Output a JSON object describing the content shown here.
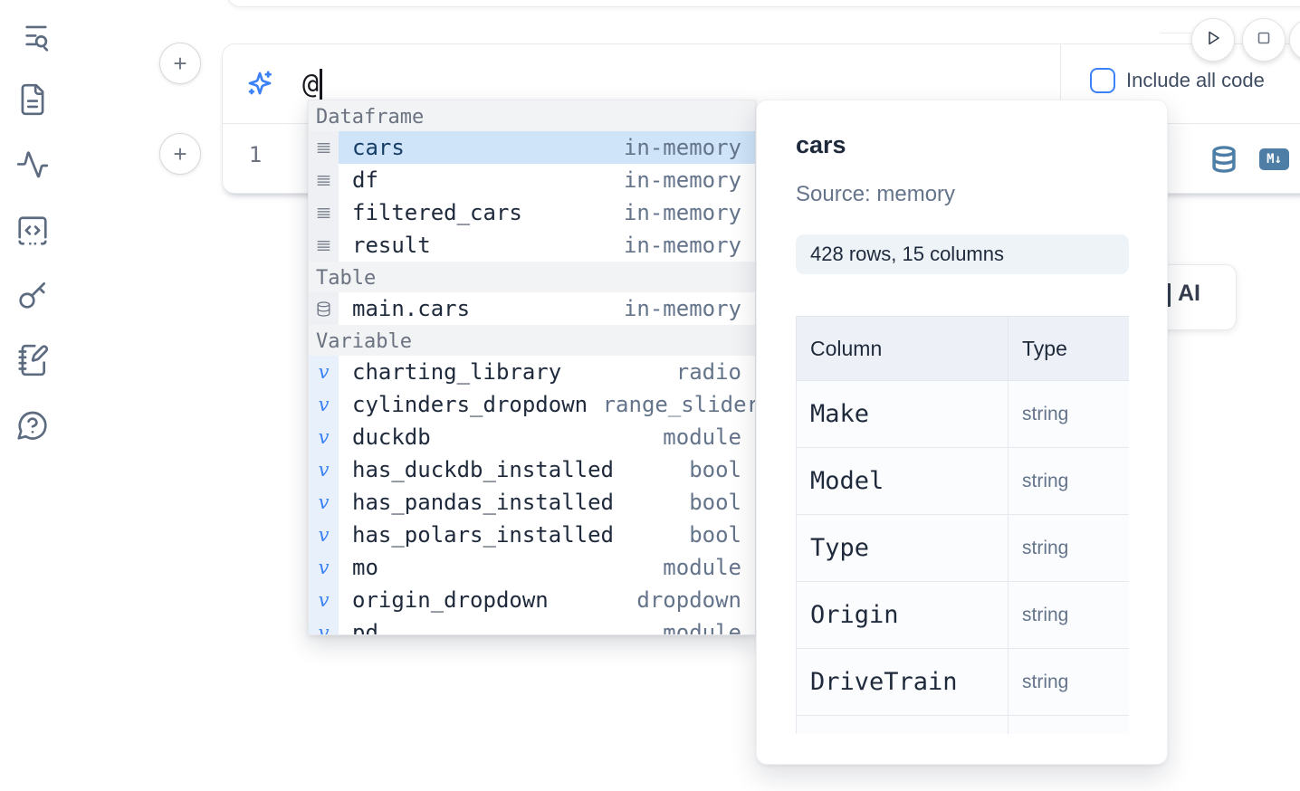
{
  "colors": {
    "accent_blue": "#3b82f6",
    "steel_blue": "#4e7ea6",
    "selected_row_bg": "#cfe4f8",
    "sidebar_icon": "#5d6b80"
  },
  "sidebar": {
    "items": [
      {
        "id": "search",
        "icon": "text-search-icon"
      },
      {
        "id": "files",
        "icon": "file-text-icon"
      },
      {
        "id": "activity",
        "icon": "activity-icon"
      },
      {
        "id": "snippets",
        "icon": "code-square-icon"
      },
      {
        "id": "secrets",
        "icon": "key-icon"
      },
      {
        "id": "scratchpad",
        "icon": "notebook-pen-icon"
      },
      {
        "id": "help",
        "icon": "help-chat-icon"
      }
    ]
  },
  "toolbar": {
    "run_icon": "play-icon",
    "stop_icon": "stop-icon"
  },
  "cell": {
    "prompt_value": "@",
    "include_all_code_label": "Include all code",
    "line_number": "1",
    "markdown_badge_label": "M↓"
  },
  "ai_card": {
    "visible_label": "AI"
  },
  "autocomplete": {
    "sections": [
      {
        "label": "Dataframe",
        "kind": "dataframe",
        "items": [
          {
            "name": "cars",
            "type": "in-memory",
            "selected": true
          },
          {
            "name": "df",
            "type": "in-memory"
          },
          {
            "name": "filtered_cars",
            "type": "in-memory"
          },
          {
            "name": "result",
            "type": "in-memory"
          }
        ]
      },
      {
        "label": "Table",
        "kind": "table",
        "items": [
          {
            "name": "main.cars",
            "type": "in-memory"
          }
        ]
      },
      {
        "label": "Variable",
        "kind": "variable",
        "items": [
          {
            "name": "charting_library",
            "type": "radio"
          },
          {
            "name": "cylinders_dropdown",
            "type": "range_slider",
            "clip": true
          },
          {
            "name": "duckdb",
            "type": "module"
          },
          {
            "name": "has_duckdb_installed",
            "type": "bool"
          },
          {
            "name": "has_pandas_installed",
            "type": "bool"
          },
          {
            "name": "has_polars_installed",
            "type": "bool"
          },
          {
            "name": "mo",
            "type": "module"
          },
          {
            "name": "origin_dropdown",
            "type": "dropdown"
          },
          {
            "name": "pd",
            "type": "module"
          }
        ]
      }
    ]
  },
  "popup": {
    "title": "cars",
    "source_label": "Source: memory",
    "shape_label": "428 rows, 15 columns",
    "table": {
      "headers": [
        "Column",
        "Type"
      ],
      "rows": [
        {
          "column": "Make",
          "type": "string"
        },
        {
          "column": "Model",
          "type": "string"
        },
        {
          "column": "Type",
          "type": "string"
        },
        {
          "column": "Origin",
          "type": "string"
        },
        {
          "column": "DriveTrain",
          "type": "string"
        }
      ]
    }
  }
}
